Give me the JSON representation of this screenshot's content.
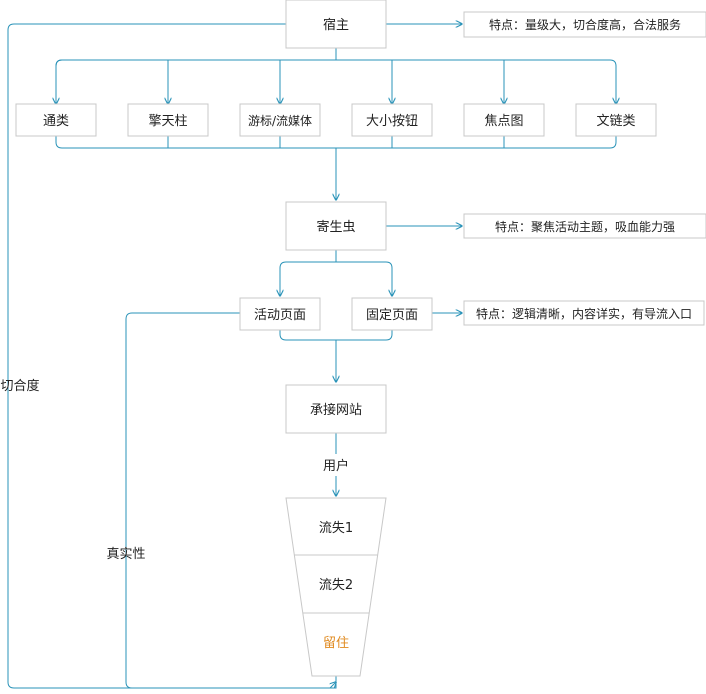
{
  "colors": {
    "connector": "#2a93b8",
    "box_border": "#c8c8c8",
    "box_fill": "#ffffff",
    "text": "#222222",
    "highlight_text": "#e08a1f"
  },
  "nodes": {
    "host": "宿主",
    "types": [
      "通类",
      "擎天柱",
      "游标/流媒体",
      "大小按钮",
      "焦点图",
      "文链类"
    ],
    "parasite": "寄生虫",
    "activity_page": "活动页面",
    "fixed_page": "固定页面",
    "landing_site": "承接网站"
  },
  "notes": {
    "host": "特点：量级大，切合度高，合法服务",
    "parasite": "特点：聚焦活动主题，吸血能力强",
    "pages": "特点：逻辑清晰，内容详实，有导流入口"
  },
  "edge_labels": {
    "users": "用户",
    "fit": "切合度",
    "authenticity": "真实性"
  },
  "funnel": {
    "levels": [
      "流失1",
      "流失2",
      "留住"
    ]
  }
}
